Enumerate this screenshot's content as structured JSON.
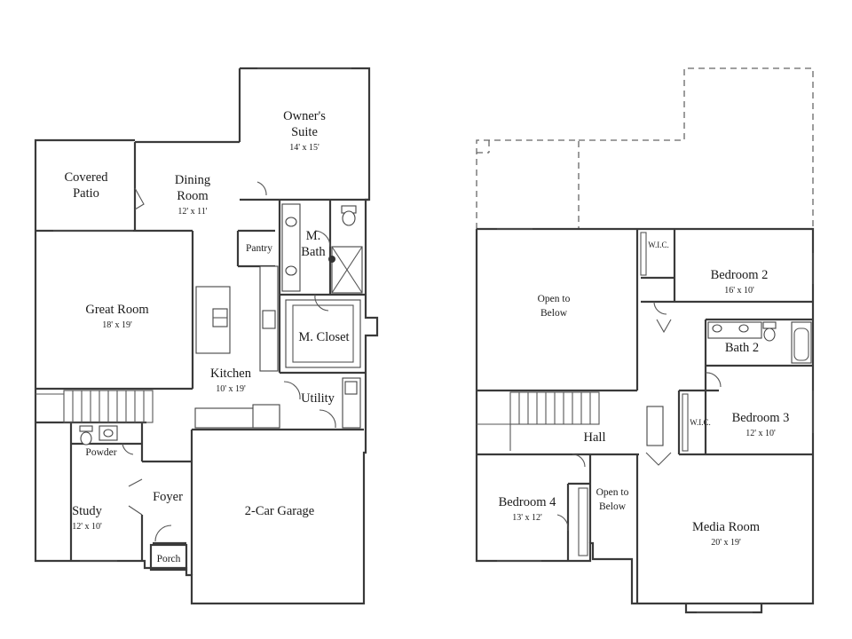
{
  "first_floor": {
    "owners_suite": {
      "name_line1": "Owner's",
      "name_line2": "Suite",
      "dim": "14' x 15'"
    },
    "covered_patio": {
      "name_line1": "Covered",
      "name_line2": "Patio"
    },
    "dining_room": {
      "name_line1": "Dining",
      "name_line2": "Room",
      "dim": "12' x 11'"
    },
    "m_bath": {
      "name_line1": "M.",
      "name_line2": "Bath"
    },
    "pantry": {
      "name": "Pantry"
    },
    "great_room": {
      "name": "Great Room",
      "dim": "18' x 19'"
    },
    "m_closet": {
      "name": "M. Closet"
    },
    "kitchen": {
      "name": "Kitchen",
      "dim": "10' x 19'"
    },
    "utility": {
      "name": "Utility"
    },
    "powder": {
      "name": "Powder"
    },
    "foyer": {
      "name": "Foyer"
    },
    "study": {
      "name": "Study",
      "dim": "12' x 10'"
    },
    "garage": {
      "name": "2-Car Garage"
    },
    "porch": {
      "name": "Porch"
    }
  },
  "second_floor": {
    "open_to_below_1": {
      "line1": "Open to",
      "line2": "Below"
    },
    "wic_1": {
      "name": "W.I.C."
    },
    "bedroom2": {
      "name": "Bedroom 2",
      "dim": "16' x 10'"
    },
    "bath2": {
      "name": "Bath 2"
    },
    "bedroom3": {
      "name": "Bedroom 3",
      "dim": "12' x 10'"
    },
    "wic_2": {
      "name": "W.I.C."
    },
    "hall": {
      "name": "Hall"
    },
    "bedroom4": {
      "name": "Bedroom 4",
      "dim": "13' x 12'"
    },
    "open_to_below_2": {
      "line1": "Open to",
      "line2": "Below"
    },
    "media_room": {
      "name": "Media Room",
      "dim": "20' x 19'"
    }
  }
}
